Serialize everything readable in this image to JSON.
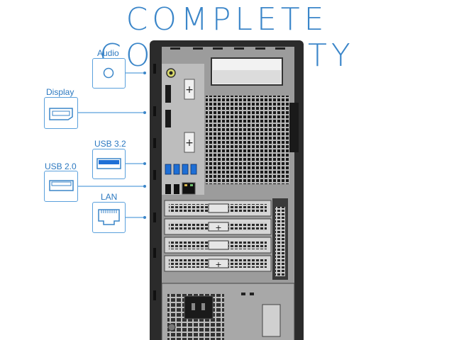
{
  "header": {
    "title": "COMPLETE CONECTIVITY"
  },
  "ports": {
    "audio": {
      "label": "Audio",
      "icon": "audio-jack-icon"
    },
    "display": {
      "label": "Display",
      "icon": "displayport-icon"
    },
    "usb32": {
      "label": "USB 3.2",
      "icon": "usb-3-2-icon"
    },
    "usb20": {
      "label": "USB 2.0",
      "icon": "usb-2-0-icon"
    },
    "lan": {
      "label": "LAN",
      "icon": "ethernet-port-icon"
    }
  },
  "colors": {
    "accent": "#3b86c9",
    "chassis": "#2a2a2a",
    "panel": "#9a9a9a",
    "usb_blue": "#1e6fd6"
  }
}
